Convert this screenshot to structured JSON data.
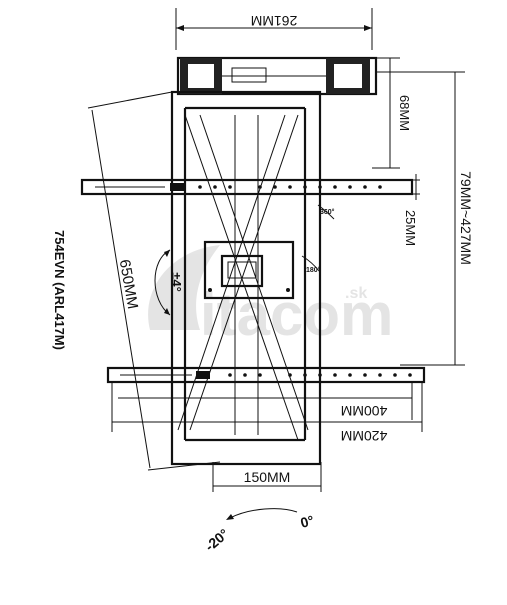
{
  "dimensions": {
    "top_width": "261MM",
    "bracket_height": "68MM",
    "rail_height": "25MM",
    "vesa_vertical": "79MM~427MM",
    "arm_extension": "650MM",
    "vesa_inner": "400MM",
    "vesa_outer": "420MM",
    "bottom_width": "150MM"
  },
  "angles": {
    "swivel": "±4°",
    "rotation_top": "360°",
    "rotation_bottom": "180°",
    "tilt_zero": "0°",
    "tilt_neg": "-20°"
  },
  "model": "754EVN (ARL417M)",
  "watermark": {
    "text": "itacom",
    "suffix": ".sk"
  },
  "colors": {
    "line": "#111111",
    "watermark": "#cfcfcf",
    "background": "#ffffff"
  }
}
